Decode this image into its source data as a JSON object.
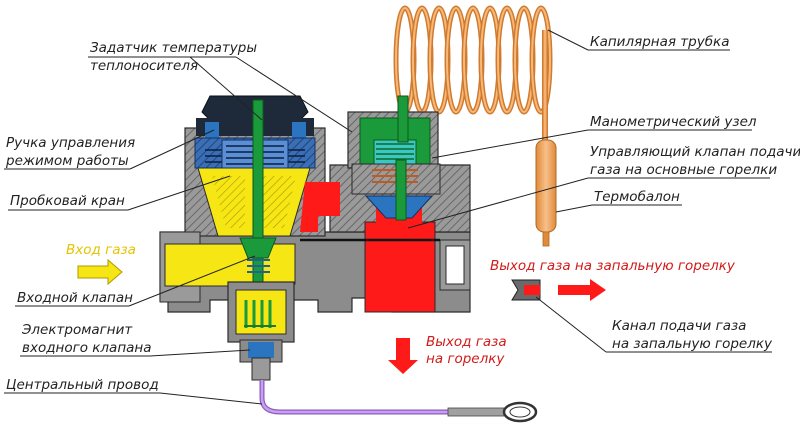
{
  "labels": {
    "setpoint": [
      "Задатчик температуры",
      "теплоносителя"
    ],
    "capillary": "Капилярная трубка",
    "knob": [
      "Ручка управления",
      "режимом работы"
    ],
    "manometric": "Манометрический узел",
    "control_valve": [
      "Управляющий клапан подачи",
      "газа на основные горелки"
    ],
    "plug_valve": "Пробковай кран",
    "thermobulb": "Термобалон",
    "gas_inlet": "Вход газа",
    "pilot_outlet": "Выход газа на запальную горелку",
    "inlet_valve": "Входной клапан",
    "pilot_channel": [
      "Канал подачи газа",
      "на запальную горелку"
    ],
    "electromagnet": [
      "Электромагнит",
      "входного клапана"
    ],
    "burner_outlet": [
      "Выход газа",
      "на горелку"
    ],
    "central_wire": "Центральный провод"
  },
  "colors": {
    "gas_inlet": "#f5e614",
    "burner_gas": "#ff1a1a",
    "capillary": "#f0a050",
    "body": "#8c8c8c",
    "knob": "#1e2a3a",
    "spring": "#2878c8",
    "stem": "#1a9a3a",
    "wire": "#b080d8"
  },
  "icons": {
    "inlet_arrow": "yellow-right-arrow",
    "pilot_arrow": "red-right-arrow",
    "burner_arrow": "red-down-arrow"
  }
}
